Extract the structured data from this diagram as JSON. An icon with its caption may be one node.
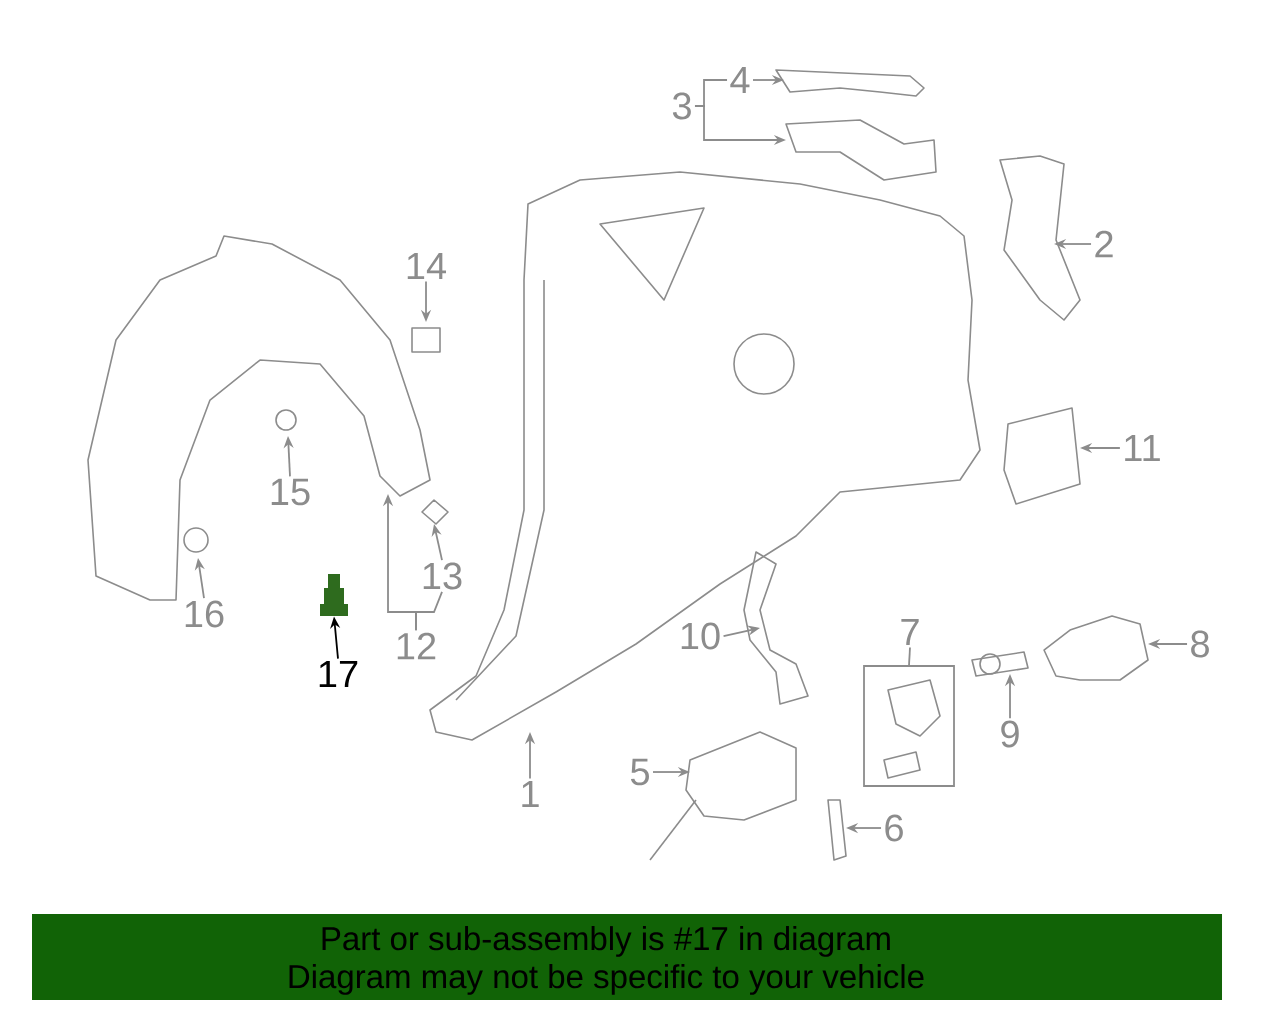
{
  "diagram": {
    "nodes": [
      {
        "text": [
          "1"
        ]
      },
      {
        "text": [
          "2"
        ]
      },
      {
        "text": [
          "3"
        ]
      },
      {
        "text": [
          "4"
        ]
      },
      {
        "text": [
          "5"
        ]
      },
      {
        "text": [
          "6"
        ]
      },
      {
        "text": [
          "7"
        ]
      },
      {
        "text": [
          "8"
        ]
      },
      {
        "text": [
          "9"
        ]
      },
      {
        "text": [
          "10"
        ]
      },
      {
        "text": [
          "11"
        ]
      },
      {
        "text": [
          "12"
        ]
      },
      {
        "text": [
          "13"
        ]
      },
      {
        "text": [
          "14"
        ]
      },
      {
        "text": [
          "15"
        ]
      },
      {
        "text": [
          "16"
        ]
      },
      {
        "text": [
          "17"
        ]
      },
      {
        "text": [],
        "shape": "box"
      },
      {
        "text": [],
        "shape": "picture"
      }
    ],
    "edges": [
      {
        "from": 0,
        "to": null,
        "arrow": "to"
      },
      {
        "from": 1,
        "to": null,
        "arrow": "to"
      },
      {
        "from": 2,
        "to": 3,
        "arrow": "none"
      },
      {
        "from": 2,
        "to": null,
        "arrow": "to"
      },
      {
        "from": 3,
        "to": null,
        "arrow": "to"
      },
      {
        "from": 4,
        "to": null,
        "arrow": "to"
      },
      {
        "from": 5,
        "to": null,
        "arrow": "to"
      },
      {
        "from": 6,
        "to": 17,
        "arrow": "none"
      },
      {
        "from": 7,
        "to": null,
        "arrow": "to"
      },
      {
        "from": 8,
        "to": null,
        "arrow": "to"
      },
      {
        "from": 9,
        "to": null,
        "arrow": "to"
      },
      {
        "from": 10,
        "to": null,
        "arrow": "to"
      },
      {
        "from": 11,
        "to": null,
        "arrow": "to"
      },
      {
        "from": 11,
        "to": 12,
        "arrow": "none"
      },
      {
        "from": 12,
        "to": null,
        "arrow": "to"
      },
      {
        "from": 13,
        "to": null,
        "arrow": "to"
      },
      {
        "from": 14,
        "to": null,
        "arrow": "to"
      },
      {
        "from": 15,
        "to": null,
        "arrow": "to"
      },
      {
        "from": 16,
        "to": 18,
        "arrow": "to",
        "color": "#000000"
      }
    ],
    "labels": [
      "Part or sub-assembly is #17 in diagram",
      "Diagram may not be specific to your vehicle"
    ]
  }
}
